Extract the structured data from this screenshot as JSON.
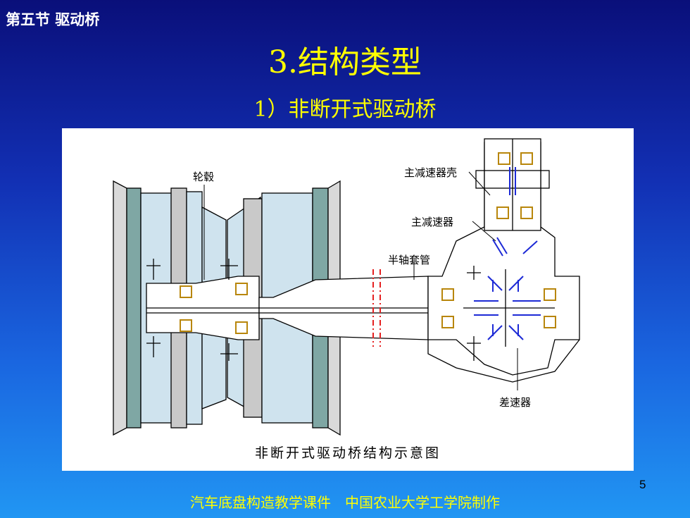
{
  "header": {
    "section": "第五节 驱动桥"
  },
  "title": "3.结构类型",
  "subtitle": "1）非断开式驱动桥",
  "figure": {
    "caption": "非断开式驱动桥结构示意图",
    "labels": {
      "hub": "轮毂",
      "housing": "主减速器壳",
      "final_drive": "主减速器",
      "axle_tube": "半轴套管",
      "differential": "差速器"
    }
  },
  "page_number": "5",
  "footer": "汽车底盘构造教学课件　中国农业大学工学院制作",
  "colors": {
    "background_top": "#0a0f7a",
    "background_bottom": "#2196f3",
    "title": "#ffff00",
    "bearing": "#b8860b",
    "gear": "#1d2ad6",
    "cut_line": "#e52020",
    "hub_fill": "#cfe3ee",
    "drum_edge": "#7fa7a4"
  }
}
